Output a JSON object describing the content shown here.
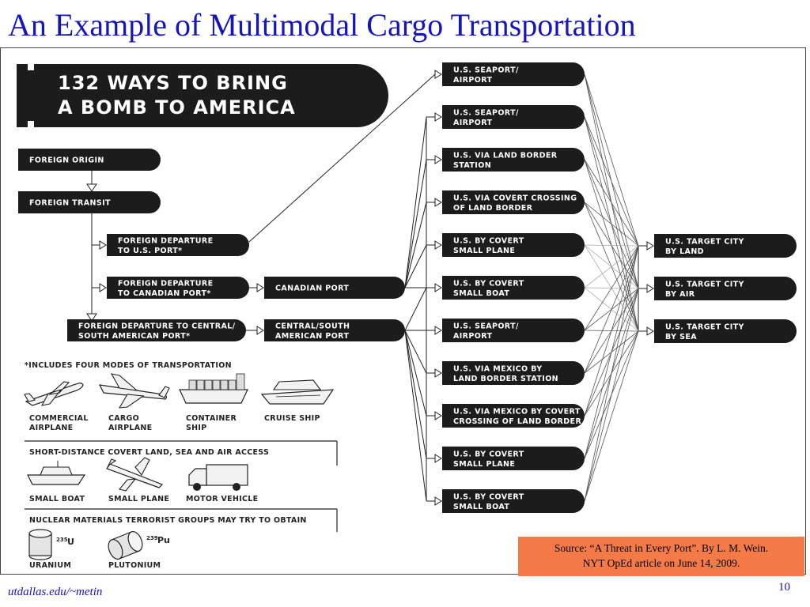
{
  "slide": {
    "title": "An Example of Multimodal Cargo Transportation",
    "footer_link": "utdallas.edu/~metin",
    "page_number": "10",
    "source_line1": "Source: “A Threat in Every Port”. By L. M. Wein.",
    "source_line2": "NYT OpEd article on June 14, 2009."
  },
  "diagram": {
    "banner": [
      "132 WAYS TO BRING",
      "A BOMB TO AMERICA"
    ],
    "origin": [
      "FOREIGN ORIGIN"
    ],
    "transit": [
      "FOREIGN TRANSIT"
    ],
    "dep_us": [
      "FOREIGN DEPARTURE",
      "TO U.S. PORT*"
    ],
    "dep_canada": [
      "FOREIGN DEPARTURE",
      "TO CANADIAN PORT*"
    ],
    "dep_south": [
      "FOREIGN DEPARTURE TO CENTRAL/",
      "SOUTH AMERICAN PORT*"
    ],
    "canadian_port": [
      "CANADIAN PORT"
    ],
    "south_port": [
      "CENTRAL/SOUTH",
      "AMERICAN PORT"
    ],
    "entries": [
      [
        "U.S. SEAPORT/",
        "AIRPORT"
      ],
      [
        "U.S. SEAPORT/",
        "AIRPORT"
      ],
      [
        "U.S. VIA LAND BORDER",
        "STATION"
      ],
      [
        "U.S. VIA COVERT CROSSING",
        "OF LAND BORDER"
      ],
      [
        "U.S. BY COVERT",
        "SMALL PLANE"
      ],
      [
        "U.S. BY COVERT",
        "SMALL BOAT"
      ],
      [
        "U.S. SEAPORT/",
        "AIRPORT"
      ],
      [
        "U.S. VIA MEXICO BY",
        "LAND BORDER STATION"
      ],
      [
        "U.S. VIA MEXICO BY COVERT",
        "CROSSING OF LAND BORDER"
      ],
      [
        "U.S. BY COVERT",
        "SMALL PLANE"
      ],
      [
        "U.S. BY COVERT",
        "SMALL BOAT"
      ]
    ],
    "targets": [
      [
        "U.S. TARGET CITY",
        "BY LAND"
      ],
      [
        "U.S. TARGET CITY",
        "BY AIR"
      ],
      [
        "U.S. TARGET CITY",
        "BY SEA"
      ]
    ],
    "legend": {
      "modes_heading": "*INCLUDES FOUR MODES OF TRANSPORTATION",
      "modes": [
        {
          "label": [
            "COMMERCIAL",
            "AIRPLANE"
          ],
          "icon": "airplane-icon"
        },
        {
          "label": [
            "CARGO",
            "AIRPLANE"
          ],
          "icon": "cargo-airplane-icon"
        },
        {
          "label": [
            "CONTAINER",
            "SHIP"
          ],
          "icon": "container-ship-icon"
        },
        {
          "label": [
            "CRUISE SHIP"
          ],
          "icon": "cruise-ship-icon"
        }
      ],
      "covert_heading": "SHORT-DISTANCE COVERT LAND, SEA AND AIR ACCESS",
      "covert": [
        {
          "label": [
            "SMALL BOAT"
          ],
          "icon": "small-boat-icon"
        },
        {
          "label": [
            "SMALL PLANE"
          ],
          "icon": "small-plane-icon"
        },
        {
          "label": [
            "MOTOR VEHICLE"
          ],
          "icon": "truck-icon"
        }
      ],
      "nuclear_heading": "NUCLEAR MATERIALS TERRORIST GROUPS MAY TRY TO OBTAIN",
      "nuclear": [
        {
          "label": [
            "URANIUM"
          ],
          "icon": "uranium-cylinder-icon",
          "mass": "235",
          "symbol": "U"
        },
        {
          "label": [
            "PLUTONIUM"
          ],
          "icon": "plutonium-cylinder-icon",
          "mass": "239",
          "symbol": "Pu"
        }
      ]
    }
  }
}
